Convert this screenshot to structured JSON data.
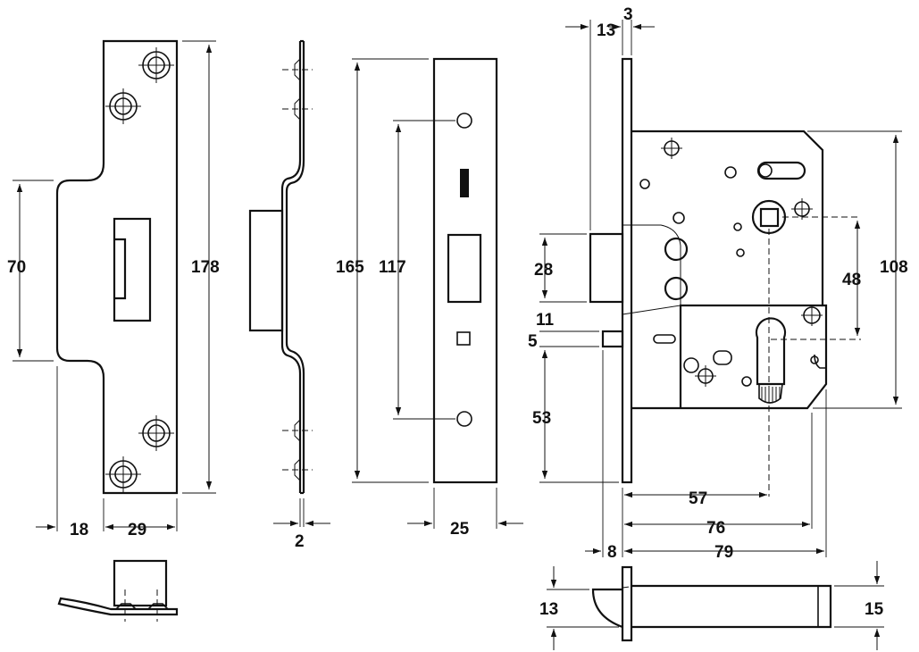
{
  "dimensions": {
    "strike_height": "178",
    "strike_opening": "70",
    "strike_offset": "18",
    "strike_width": "29",
    "strike_thickness": "2",
    "faceplate_height": "165",
    "faceplate_hole_centers": "117",
    "faceplate_width": "25",
    "forend_offset": "13",
    "forend_thickness": "3",
    "latch_height": "28",
    "latch_gap": "11",
    "deadbolt_height": "5",
    "lower_offset": "53",
    "backset": "57",
    "case_width_inner": "76",
    "case_width": "79",
    "bolt_offset": "8",
    "spindle_to_cylinder": "48",
    "case_height": "108",
    "latch_projection_left": "13",
    "latch_projection_right": "15"
  },
  "colors": {
    "line": "#111111",
    "background": "#ffffff"
  }
}
